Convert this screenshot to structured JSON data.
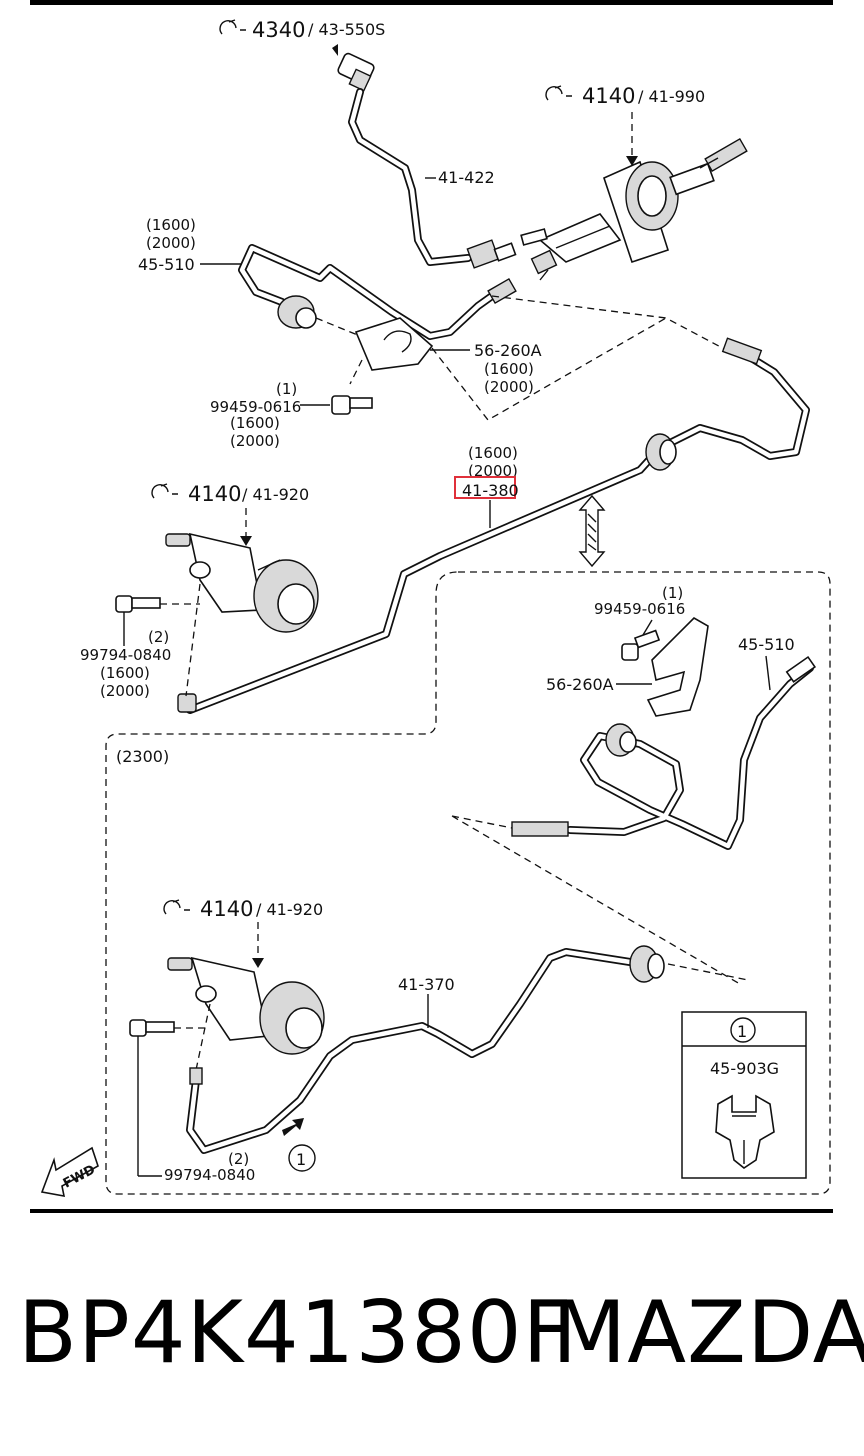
{
  "labels": {
    "ref_4340": "4340",
    "ref_4340_code": "/ 43-550S",
    "ref_4140_top": "4140",
    "ref_4140_top_code": "/ 41-990",
    "part_41_422": "41-422",
    "v1600_a": "(1600)",
    "v2000_a": "(2000)",
    "part_45_510_top": "45-510",
    "part_56_260a_top": "56-260A",
    "v1600_b": "(1600)",
    "v2000_b": "(2000)",
    "callout1_a": "(1)",
    "part_99459_top": "99459-0616",
    "v1600_c": "(1600)",
    "v2000_c": "(2000)",
    "v1600_d": "(1600)",
    "v2000_d": "(2000)",
    "part_41_380": "41-380",
    "ref_4140_mid": "4140",
    "ref_4140_mid_code": "/ 41-920",
    "callout2_a": "(2)",
    "part_99794_mid": "99794-0840",
    "v1600_e": "(1600)",
    "v2000_e": "(2000)",
    "callout1_b": "(1)",
    "part_99459_inset": "99459-0616",
    "part_45_510_inset": "45-510",
    "part_56_260a_inset": "56-260A",
    "group_2300": "(2300)",
    "ref_4140_bot": "4140",
    "ref_4140_bot_code": "/ 41-920",
    "part_41_370": "41-370",
    "legend_num": "1",
    "legend_part": "45-903G",
    "callout2_b": "(2)",
    "part_99794_bot": "99794-0840",
    "arrow_callout": "1",
    "fwd": "FWD"
  },
  "footer": {
    "part_number": "BP4K41380F",
    "brand": "MAZDA"
  },
  "colors": {
    "highlight": "#e0303a",
    "line": "#111111"
  }
}
